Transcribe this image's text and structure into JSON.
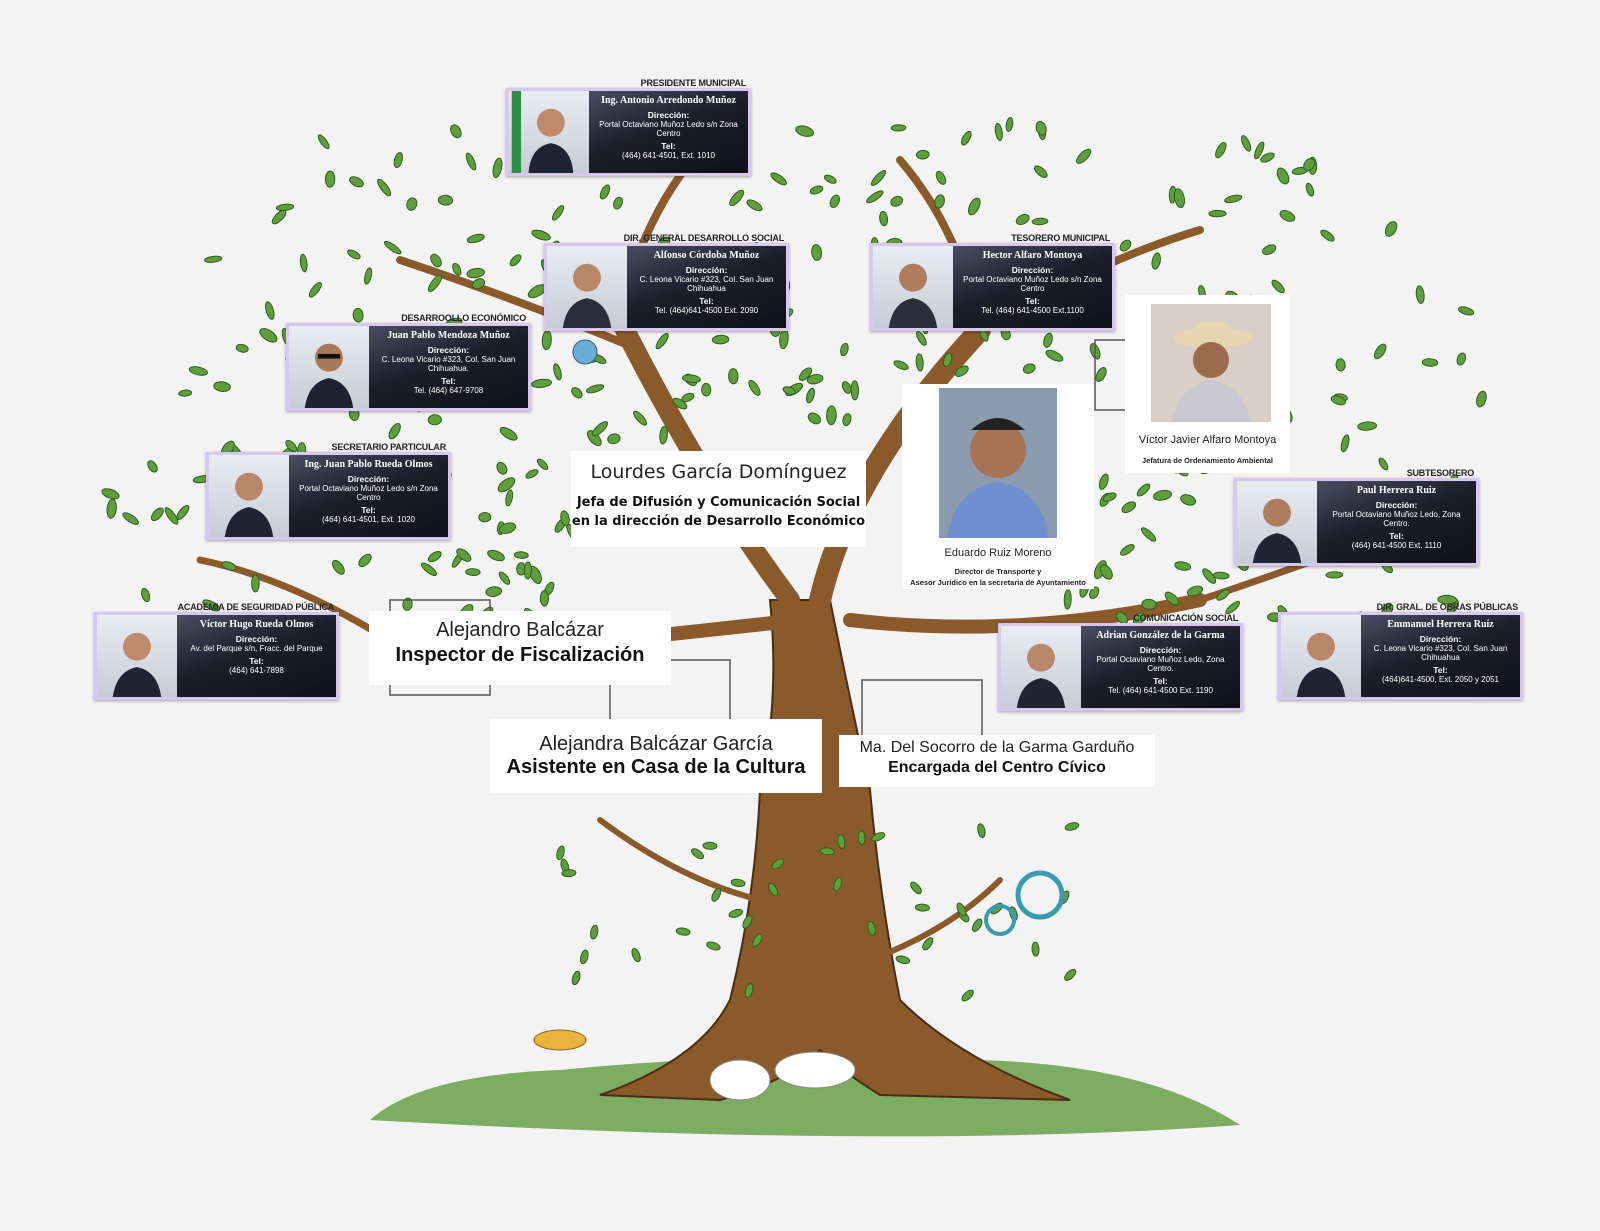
{
  "officials": [
    {
      "id": "presidente",
      "title": "PRESIDENTE MUNICIPAL",
      "name": "Ing. Antonio Arredondo Muñoz",
      "dir_label": "Dirección:",
      "address": "Portal Octaviano Muñoz Ledo s/n Zona Centro",
      "tel_label": "Tel:",
      "tel": "(464) 641-4501, Ext. 1010"
    },
    {
      "id": "desarrollo-social",
      "title": "DIR. GENERAL DESARROLLO SOCIAL",
      "name": "Alfonso Córdoba Muñoz",
      "dir_label": "Dirección:",
      "address": "C. Leona Vicario #323, Col. San Juan Chihuahua",
      "tel_label": "Tel:",
      "tel": "Tel. (464)641-4500 Ext. 2090"
    },
    {
      "id": "tesorero",
      "title": "TESORERO MUNICIPAL",
      "name": "Hector Alfaro Montoya",
      "dir_label": "Dirección:",
      "address": "Portal Octaviano Muñoz Ledo s/n Zona Centro",
      "tel_label": "Tel:",
      "tel": "Tel. (464) 641-4500 Ext.1100"
    },
    {
      "id": "desarrollo-economico",
      "title": "DESARROOLLO ECONÓMICO",
      "name": "Juan Pablo Mendoza Muñoz",
      "dir_label": "Dirección:",
      "address": "C. Leona Vicario #323, Col. San Juan Chihuahua.",
      "tel_label": "Tel:",
      "tel": "Tel. (464) 647-9708"
    },
    {
      "id": "secretario-particular",
      "title": "SECRETARIO PARTICULAR",
      "name": "Ing. Juan Pablo Rueda Olmos",
      "dir_label": "Dirección:",
      "address": "Portal Octaviano Muñoz Ledo s/n Zona Centro",
      "tel_label": "Tel:",
      "tel": "(464) 641-4501, Ext. 1020"
    },
    {
      "id": "subtesorero",
      "title": "SUBTESORERO",
      "name": "Paul Herrera Ruiz",
      "dir_label": "Dirección:",
      "address": "Portal Octaviano Muñoz Ledo, Zona Centro.",
      "tel_label": "Tel:",
      "tel": "(464) 641-4500 Ext. 1110"
    },
    {
      "id": "seguridad",
      "title": "ACADEMIA DE SEGURIDAD PÚBLICA",
      "name": "Víctor Hugo Rueda Olmos",
      "dir_label": "Dirección:",
      "address": "Av. del Parque s/n, Fracc. del Parque",
      "tel_label": "Tel:",
      "tel": "(464) 641-7898"
    },
    {
      "id": "comunicacion",
      "title": "COMUNICACIÓN SOCIAL",
      "name": "Adrian González de la Garma",
      "dir_label": "Dirección:",
      "address": "Portal Octaviano Muñoz Ledo, Zona Centro.",
      "tel_label": "Tel:",
      "tel": "Tel. (464) 641-4500 Ext. 1190"
    },
    {
      "id": "obras",
      "title": "DIR. GRAL. DE OBRAS PÚBLICAS",
      "name": "Emmanuel Herrera Ruíz",
      "dir_label": "Dirección:",
      "address": "C. Leona Vicario #323, Col. San Juan Chihuahua",
      "tel_label": "Tel:",
      "tel": "(464)641-4500, Ext. 2050 y 2051"
    }
  ],
  "staff": {
    "lourdes": {
      "name": "Lourdes García Domínguez",
      "role_line1": "Jefa de Difusión y Comunicación Social",
      "role_line2": "en la dirección de Desarrollo Económico"
    },
    "alejandro": {
      "name": "Alejandro Balcázar",
      "role": "Inspector de Fiscalización"
    },
    "alejandra": {
      "name": "Alejandra Balcázar García",
      "role": "Asistente en Casa de la Cultura"
    },
    "socorro": {
      "name": "Ma. Del Socorro de la Garma Garduño",
      "role": "Encargada del Centro Cívico"
    },
    "victor": {
      "name": "Víctor Javier Alfaro Montoya",
      "role": "Jefatura de Ordenamiento Ambiental"
    },
    "eduardo": {
      "name": "Eduardo Ruiz Moreno",
      "role_line1": "Director de Transporte y",
      "role_line2": "Asesor Jurídico en la secretaria de Ayuntamiento"
    }
  },
  "colors": {
    "trunk": "#8b5a2b",
    "leaf": "#5e9e3c",
    "grass": "#6fa552",
    "card_border": "#d6c8ef"
  }
}
